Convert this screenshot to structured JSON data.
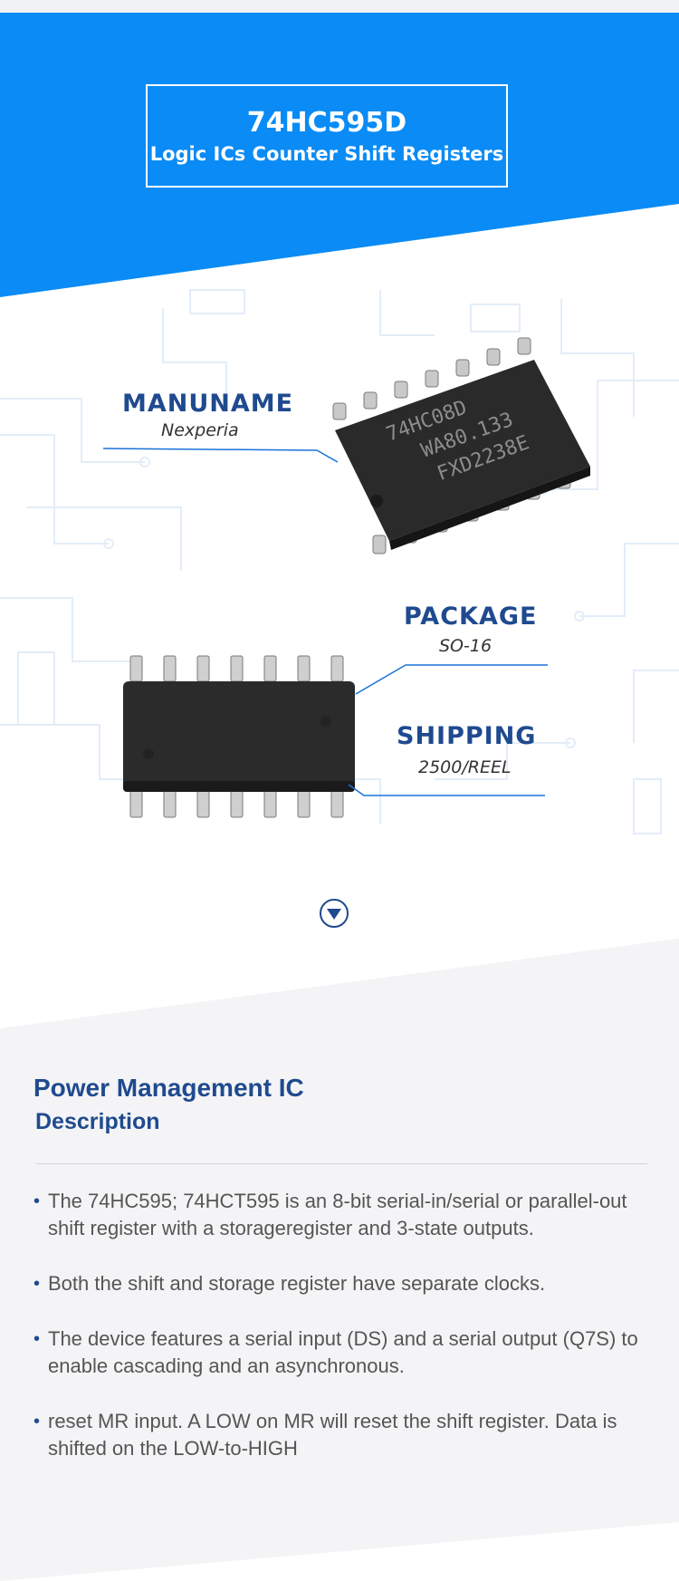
{
  "header": {
    "part_number": "74HC595D",
    "category": "Logic ICs Counter Shift Registers"
  },
  "features": {
    "manuname": {
      "label": "MANUNAME",
      "value": "Nexperia"
    },
    "package": {
      "label": "PACKAGE",
      "value": "SO-16"
    },
    "shipping": {
      "label": "SHIPPING",
      "value": "2500/REEL"
    }
  },
  "chip_marking": [
    "74HC08D",
    "WA80.133",
    "FXD2238E"
  ],
  "description": {
    "title": "Power Management IC",
    "subtitle": "Description",
    "bullets": [
      "The 74HC595; 74HCT595 is an 8-bit serial-in/serial or parallel-out shift register with a storageregister and 3-state outputs.",
      "Both the shift and storage register have separate clocks.",
      "The device features a serial input (DS) and a serial output (Q7S) to enable cascading and an asynchronous.",
      "reset MR input. A LOW on MR will reset the shift register. Data is shifted on the LOW-to-HIGH"
    ]
  },
  "icons": {
    "scroll_down": "chevron-down-circle-icon"
  },
  "colors": {
    "brand_blue": "#0a8bf5",
    "title_blue": "#1f4a8f",
    "panel_gray": "#f4f4f6"
  }
}
